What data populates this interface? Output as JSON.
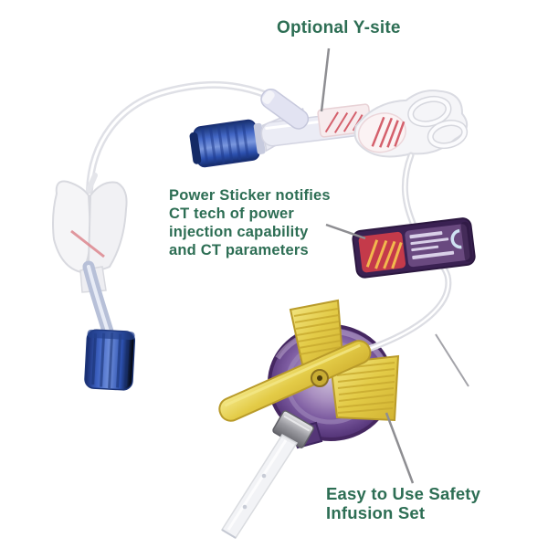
{
  "captions": {
    "y_site": {
      "text": "Optional Y-site"
    },
    "power_sticker": {
      "line1": "Power Sticker notifies",
      "line2": "CT tech of power",
      "line3": "injection capability",
      "line4": "and CT parameters"
    },
    "infusion_set": {
      "line1": "Easy to Use Safety",
      "line2": "Infusion Set"
    }
  },
  "colors": {
    "caption_green": "#2d6e54",
    "background": "#ffffff",
    "pointer_gray": "#8e8e92",
    "luer_blue": "#2b4fad",
    "wing_yellow": "#e3cb47",
    "disc_purple": "#6a4a8e",
    "sticker_red": "#c43a4a",
    "sticker_purple": "#69497f",
    "tubing_gray": "#e0e1e7"
  }
}
